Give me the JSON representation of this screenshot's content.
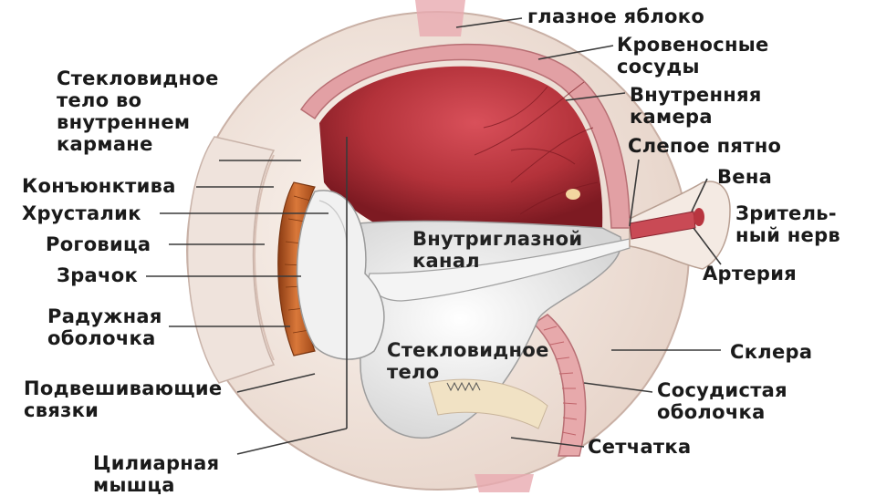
{
  "labels": {
    "eyeball": "глазное яблоко",
    "blood_vessels": [
      "Кровеносные",
      "сосуды"
    ],
    "inner_chamber": [
      "Внутренняя",
      "камера"
    ],
    "blind_spot": "Слепое пятно",
    "vein": "Вена",
    "optic_nerve": [
      "Зритель-",
      "ный нерв"
    ],
    "artery": "Артерия",
    "sclera": "Склера",
    "choroid": [
      "Сосудистая",
      "оболочка"
    ],
    "retina": "Сетчатка",
    "vitreous_pocket": [
      "Стекловидное",
      "тело во",
      "внутреннем",
      "кармане"
    ],
    "conjunctiva": "Конъюнктива",
    "lens": "Хрусталик",
    "cornea": "Роговица",
    "pupil": "Зрачок",
    "iris": [
      "Радужная",
      "оболочка"
    ],
    "ligaments": [
      "Подвешивающие",
      "связки"
    ],
    "ciliary_muscle": [
      "Цилиарная",
      "мышца"
    ],
    "intraocular_canal": [
      "Внутриглазной",
      "канал"
    ],
    "vitreous_body": [
      "Стекловидное",
      "тело"
    ]
  },
  "colors": {
    "chamber": "#b3323a",
    "sclera": "#f3e9e2",
    "membrane_pink": "#e7a9a9",
    "iris": "#c96a2a",
    "lens": "#eeeeee",
    "line": "#333333"
  }
}
